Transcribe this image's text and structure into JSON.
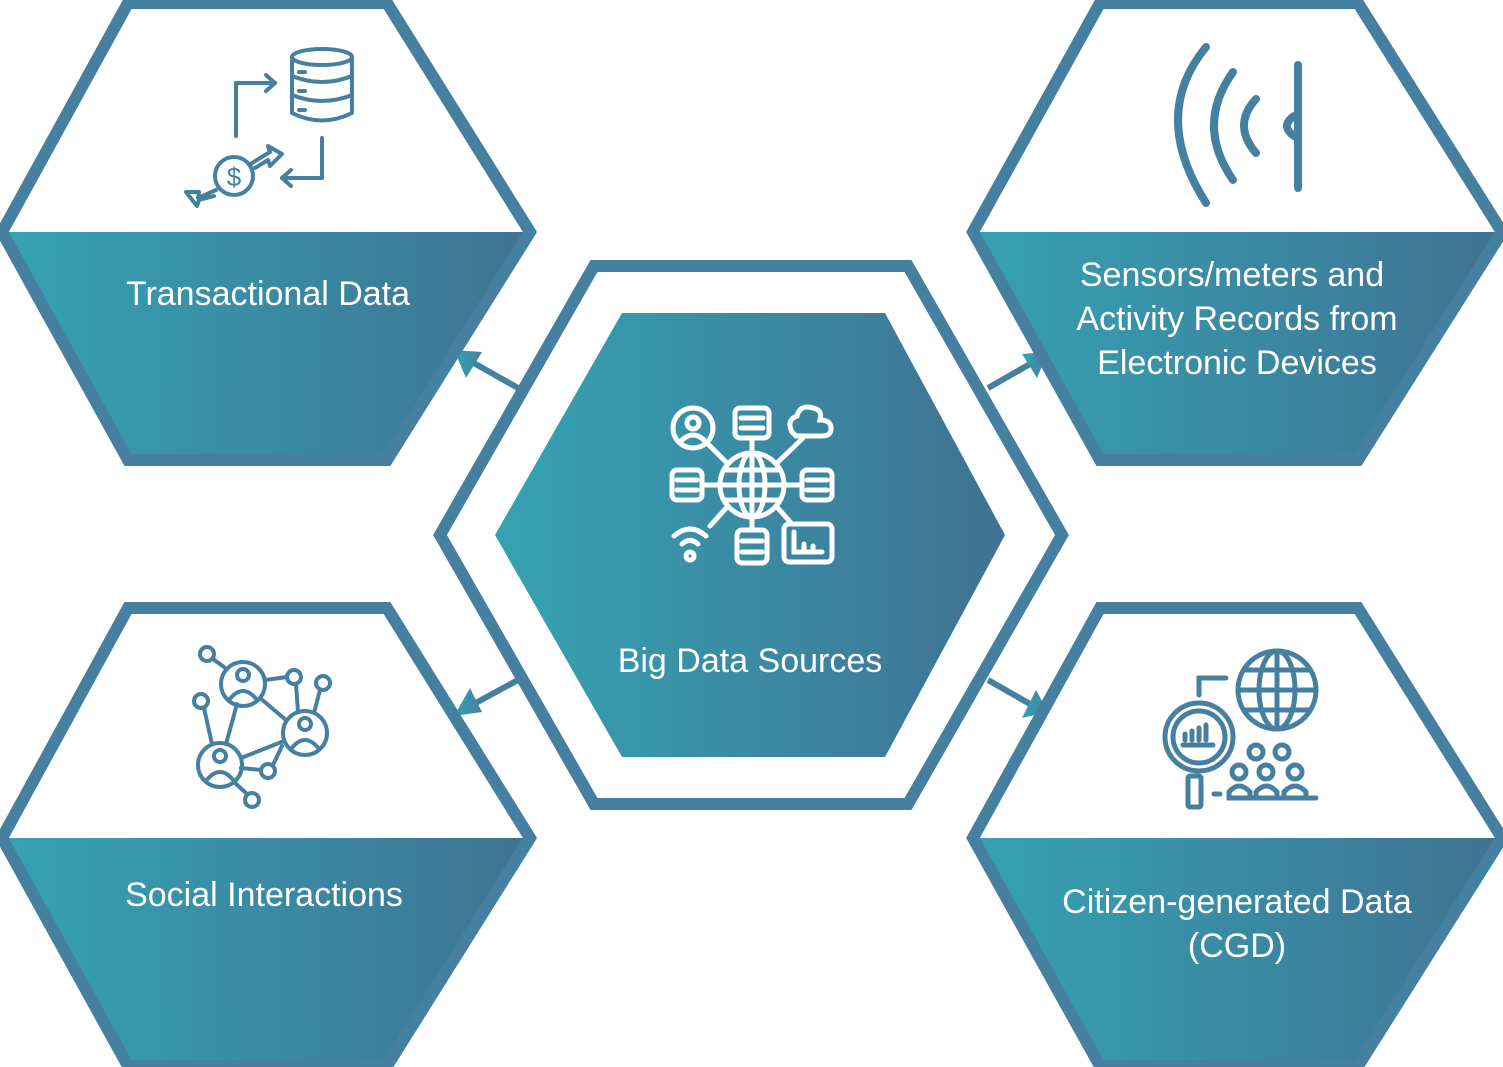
{
  "diagram": {
    "title": "Big Data Sources",
    "center": {
      "label": "Big Data Sources",
      "icon": "data-network-globe-icon"
    },
    "nodes": [
      {
        "id": "transactional",
        "position": "top-left",
        "label_lines": [
          "Transactional Data"
        ],
        "icon": "money-database-transfer-icon"
      },
      {
        "id": "sensors",
        "position": "top-right",
        "label_lines": [
          "Sensors/meters and",
          "Activity Records from",
          "Electronic Devices"
        ],
        "icon": "sensor-signal-icon"
      },
      {
        "id": "social",
        "position": "bottom-left",
        "label_lines": [
          "Social Interactions"
        ],
        "icon": "social-network-icon"
      },
      {
        "id": "cgd",
        "position": "bottom-right",
        "label_lines": [
          "Citizen-generated Data",
          "(CGD)"
        ],
        "icon": "citizen-data-globe-icon"
      }
    ],
    "edges": [
      {
        "from": "center",
        "to": "transactional"
      },
      {
        "from": "center",
        "to": "sensors"
      },
      {
        "from": "center",
        "to": "social"
      },
      {
        "from": "center",
        "to": "cgd"
      }
    ],
    "colors": {
      "border": "#4580a0",
      "gradient_start": "#35a3b4",
      "gradient_end": "#3f7293",
      "icon_stroke": "#4580a0",
      "text": "#ffffff"
    }
  }
}
